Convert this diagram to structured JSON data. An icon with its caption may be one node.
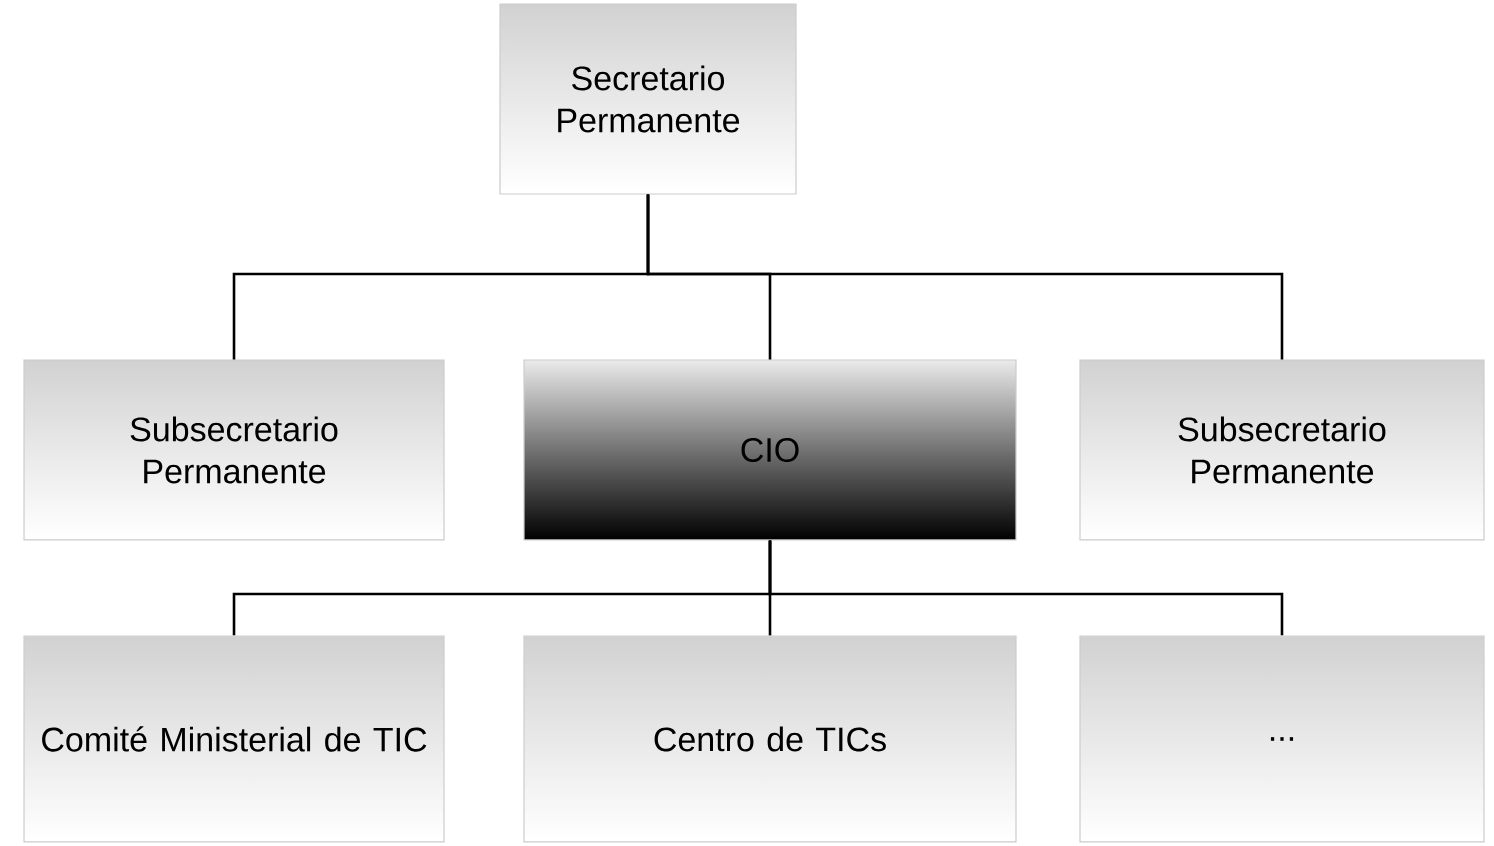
{
  "diagram": {
    "nodes": [
      {
        "text": [
          "Secretario Permanente"
        ]
      },
      {
        "text": [
          "Subsecretario Permanente"
        ]
      },
      {
        "text": [
          "CIO"
        ]
      },
      {
        "text": [
          "Subsecretario Permanente"
        ]
      },
      {
        "text": [
          "Comité Ministerial de TIC"
        ]
      },
      {
        "text": [
          "Centro de TICs"
        ]
      },
      {
        "text": [
          "..."
        ]
      }
    ],
    "edges": [
      {
        "from": 0,
        "to": 1,
        "arrow": "none"
      },
      {
        "from": 0,
        "to": 2,
        "arrow": "none"
      },
      {
        "from": 0,
        "to": 3,
        "arrow": "none"
      },
      {
        "from": 2,
        "to": 4,
        "arrow": "none"
      },
      {
        "from": 2,
        "to": 5,
        "arrow": "none"
      },
      {
        "from": 2,
        "to": 6,
        "arrow": "none"
      }
    ]
  }
}
